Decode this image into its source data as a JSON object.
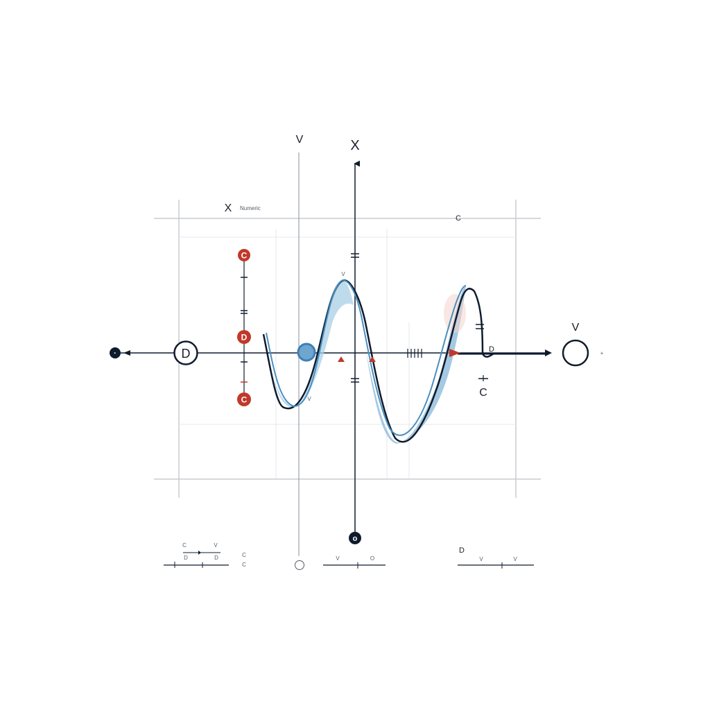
{
  "colors": {
    "ink": "#0f1b2d",
    "accent_red": "#c0392b",
    "wave_blue": "#4a8fc0",
    "wave_fill": "#8fc0df",
    "grid": "#c8ccd2"
  },
  "labels": {
    "top_v": "V",
    "top_x": "X",
    "caption_logo": "X",
    "caption_text": "Numeric",
    "corner_c": "C",
    "red_node_top": "C",
    "red_node_mid": "D",
    "red_node_bottom": "C",
    "left_node": "D",
    "right_v": "V",
    "right_c": "C",
    "peak_v": "V",
    "trough_v": "V",
    "small_d": "D",
    "bottom_axis_node": "o"
  },
  "legend": {
    "left": {
      "c": "C",
      "v": "V",
      "d1": "D",
      "d2": "D",
      "c2": "C",
      "c3": "C"
    },
    "middle": {
      "v": "V",
      "o": "O"
    },
    "right": {
      "d": "D",
      "v1": "V",
      "v2": "V"
    }
  }
}
